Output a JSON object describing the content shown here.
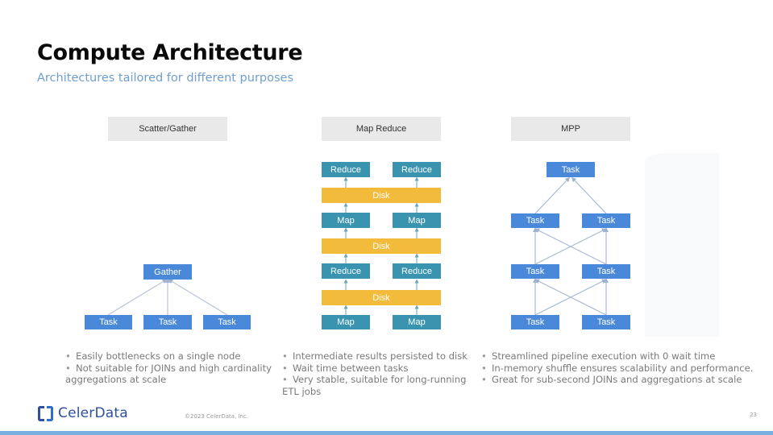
{
  "header": {
    "title": "Compute Architecture",
    "subtitle": "Architectures tailored for different purposes"
  },
  "columns": [
    {
      "name": "Scatter/Gather",
      "nodes": {
        "gather": "Gather",
        "tasks": [
          "Task",
          "Task",
          "Task"
        ]
      },
      "bullets": [
        "Easily bottlenecks on a single node",
        "Not suitable for JOINs and high cardinality"
      ],
      "bullet_continuation": "aggregations at scale"
    },
    {
      "name": "Map Reduce",
      "nodes": {
        "row1": [
          "Reduce",
          "Reduce"
        ],
        "disk1": "Disk",
        "row2": [
          "Map",
          "Map"
        ],
        "disk2": "Disk",
        "row3": [
          "Reduce",
          "Reduce"
        ],
        "disk3": "Disk",
        "row4": [
          "Map",
          "Map"
        ]
      },
      "bullets": [
        "Intermediate results persisted to disk",
        "Wait time between tasks",
        "Very stable, suitable for long-running"
      ],
      "bullet_continuation": "ETL jobs"
    },
    {
      "name": "MPP",
      "nodes": {
        "top": "Task",
        "row1": [
          "Task",
          "Task"
        ],
        "row2": [
          "Task",
          "Task"
        ],
        "row3": [
          "Task",
          "Task"
        ]
      },
      "bullets": [
        "Streamlined pipeline execution with 0 wait time",
        "In-memory shuffle ensures scalability and performance.",
        "Great for sub-second JOINs and aggregations at scale"
      ]
    }
  ],
  "footer": {
    "logo_text": "CelerData",
    "copyright": "©2023 CelerData, Inc.",
    "page_number": "23"
  },
  "colors": {
    "task_blue": "#4a89d9",
    "mapreduce_teal": "#3a94b0",
    "disk_yellow": "#f2bb3c",
    "subtitle_blue": "#6f9fcf",
    "brand_navy": "#2f4fa0",
    "bottom_bar": "#7ab0de"
  }
}
